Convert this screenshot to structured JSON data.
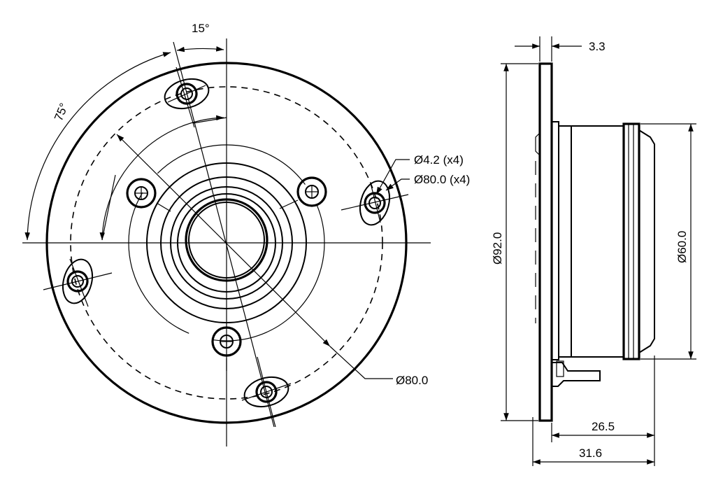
{
  "front_view": {
    "angle_small": "15°",
    "angle_large": "75°",
    "hole_diameter": "Ø4.2 (x4)",
    "hole_pitch": "Ø80.0 (x4)",
    "bolt_circle": "Ø80.0"
  },
  "side_view": {
    "flange_thickness": "3.3",
    "outer_diameter": "Ø92.0",
    "body_diameter": "Ø60.0",
    "body_depth": "26.5",
    "total_depth": "31.6"
  }
}
